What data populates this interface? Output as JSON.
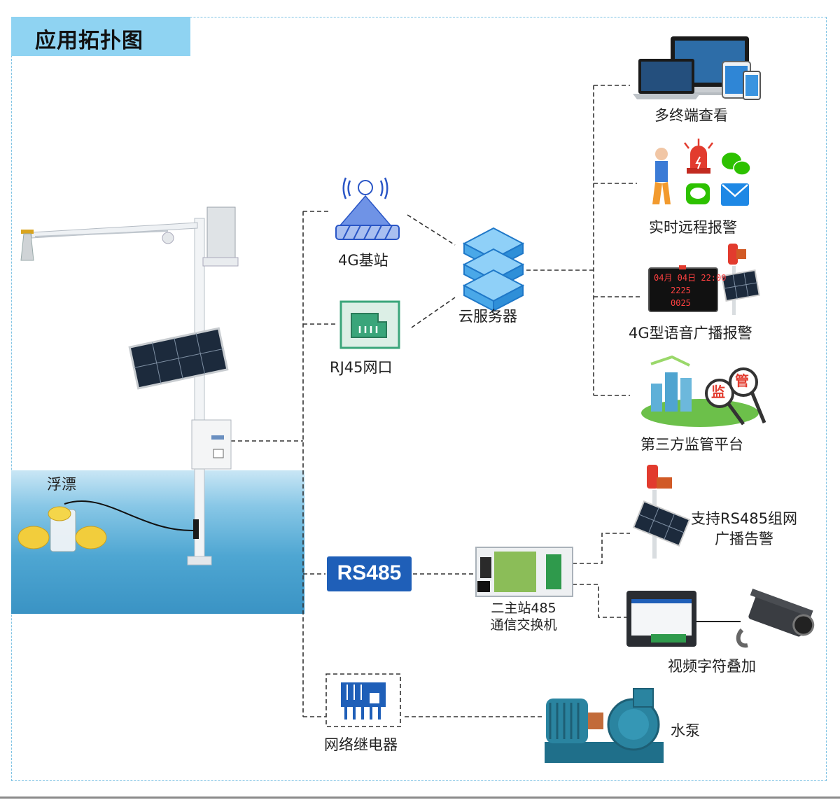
{
  "title": "应用拓扑图",
  "labels": {
    "float": "浮漂",
    "base_station": "4G基站",
    "rj45": "RJ45网口",
    "cloud": "云服务器",
    "terminals": "多终端查看",
    "remote_alarm": "实时远程报警",
    "voice_alarm": "4G型语音广播报警",
    "third_party": "第三方监管平台",
    "rs485_alarm_line1": "支持RS485组网",
    "rs485_alarm_line2": "广播告警",
    "rs485": "RS485",
    "switch_line1": "二主站485",
    "switch_line2": "通信交换机",
    "video_overlay": "视频字符叠加",
    "relay": "网络继电器",
    "pump": "水泵"
  },
  "display": {
    "row1": "04月 04日 22:00",
    "row2": "2225",
    "row3": "0025"
  },
  "supervision": [
    "监",
    "管"
  ],
  "colors": {
    "title_bg": "#8fd3f2",
    "frame": "#7fc3e4",
    "rs485_bg": "#1f5fb8",
    "relay_blue": "#1f5fb8",
    "cloud_blue": "#4aa8e8",
    "rj45_green": "#3aa57a",
    "alarm_red": "#e23b2e",
    "wechat_green": "#2dc100",
    "mail_blue": "#1e88e5"
  }
}
